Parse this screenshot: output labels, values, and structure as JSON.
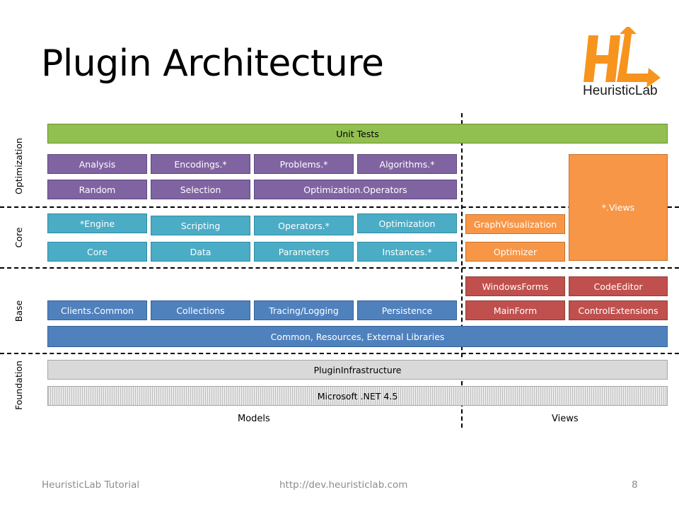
{
  "slide": {
    "title": "Plugin Architecture"
  },
  "logo": {
    "mark": "HL",
    "name": "HeuristicLab",
    "color": "#f7941d"
  },
  "layers": {
    "optimization": "Optimization",
    "core": "Core",
    "base": "Base",
    "foundation": "Foundation"
  },
  "columns": {
    "models": "Models",
    "views": "Views"
  },
  "blocks": {
    "unit_tests": "Unit Tests",
    "analysis": "Analysis",
    "encodings": "Encodings.*",
    "problems": "Problems.*",
    "algorithms": "Algorithms.*",
    "random": "Random",
    "selection": "Selection",
    "optimization_operators": "Optimization.Operators",
    "views": "*.Views",
    "engine": "*Engine",
    "scripting": "Scripting",
    "operators": "Operators.*",
    "optimization": "Optimization",
    "graph_visualization": "GraphVisualization",
    "core": "Core",
    "data": "Data",
    "parameters": "Parameters",
    "instances": "Instances.*",
    "optimizer": "Optimizer",
    "windows_forms": "WindowsForms",
    "code_editor": "CodeEditor",
    "clients_common": "Clients.Common",
    "collections": "Collections",
    "tracing_logging": "Tracing/Logging",
    "persistence": "Persistence",
    "main_form": "MainForm",
    "control_extensions": "ControlExtensions",
    "common_resources": "Common, Resources, External Libraries",
    "plugin_infrastructure": "PluginInfrastructure",
    "dotnet": "Microsoft .NET 4.5"
  },
  "colors": {
    "tests": "#92c050",
    "optimization": "#8064a2",
    "core": "#4bacc6",
    "base": "#4f81bd",
    "views": "#f79646",
    "ui_base": "#c0504d",
    "foundation": "#d9d9d9"
  },
  "footer": {
    "left": "HeuristicLab Tutorial",
    "center": "http://dev.heuristiclab.com",
    "page": "8"
  }
}
